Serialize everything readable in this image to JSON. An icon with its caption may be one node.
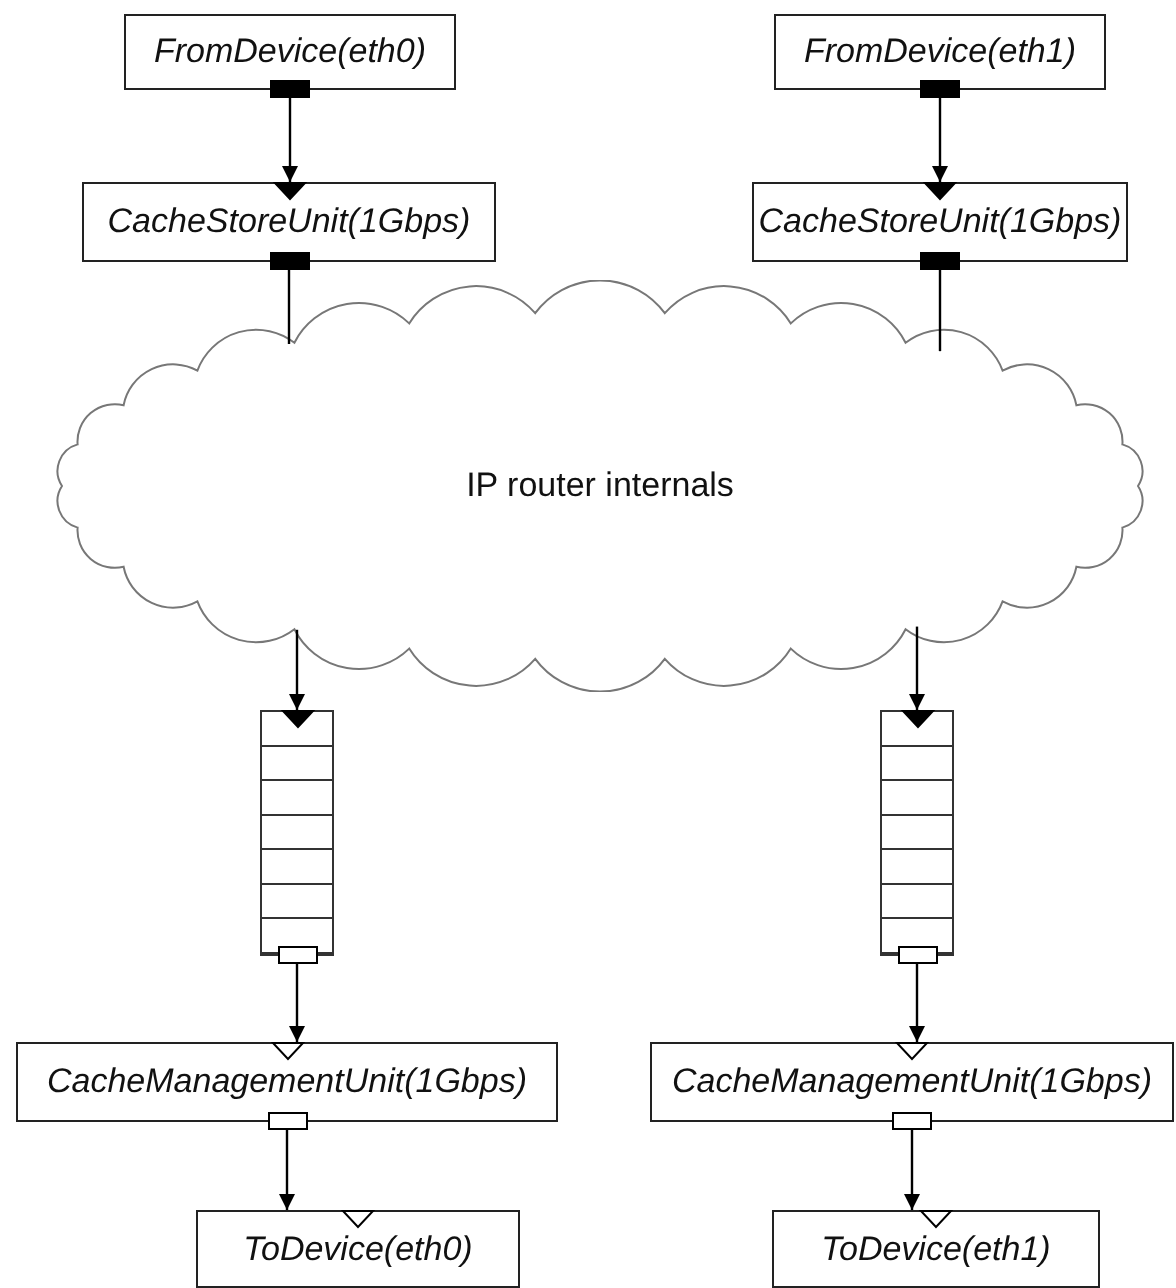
{
  "diagram": {
    "nodes": [
      {
        "text": [
          "FromDevice(eth0)"
        ]
      },
      {
        "text": [
          "FromDevice(eth1)"
        ]
      },
      {
        "text": [
          "CacheStoreUnit(1Gbps)"
        ]
      },
      {
        "text": [
          "CacheStoreUnit(1Gbps)"
        ]
      },
      {
        "text": [
          "IP router internals"
        ]
      },
      {
        "text": [],
        "shape": "queue"
      },
      {
        "text": [],
        "shape": "queue"
      },
      {
        "text": [
          "CacheManagementUnit(1Gbps)"
        ]
      },
      {
        "text": [
          "CacheManagementUnit(1Gbps)"
        ]
      },
      {
        "text": [
          "ToDevice(eth0)"
        ]
      },
      {
        "text": [
          "ToDevice(eth1)"
        ]
      }
    ],
    "edges": [
      {
        "from": 0,
        "to": 2,
        "arrow": "to"
      },
      {
        "from": 1,
        "to": 3,
        "arrow": "to"
      },
      {
        "from": 2,
        "to": 4,
        "arrow": "none"
      },
      {
        "from": 3,
        "to": 4,
        "arrow": "none"
      },
      {
        "from": 4,
        "to": 5,
        "arrow": "to"
      },
      {
        "from": 4,
        "to": 6,
        "arrow": "to"
      },
      {
        "from": 5,
        "to": 7,
        "arrow": "to"
      },
      {
        "from": 6,
        "to": 8,
        "arrow": "to"
      },
      {
        "from": 7,
        "to": 9,
        "arrow": "to"
      },
      {
        "from": 8,
        "to": 10,
        "arrow": "to"
      }
    ]
  }
}
